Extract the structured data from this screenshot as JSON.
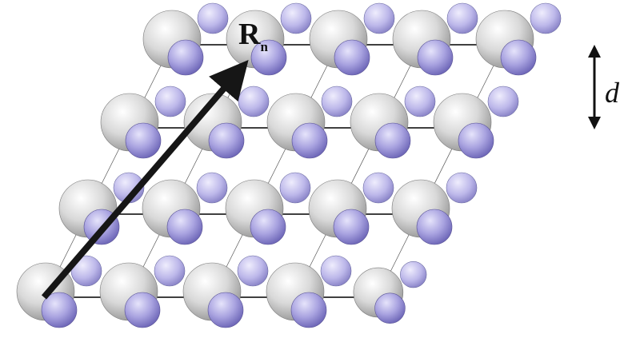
{
  "figure": {
    "vector_label": "R",
    "vector_subscript": "n",
    "spacing_label": "d"
  },
  "lattice": {
    "rows": [
      {
        "count": 5
      },
      {
        "count": 5
      },
      {
        "count": 5
      },
      {
        "count": 5
      }
    ]
  },
  "colors": {
    "large_atom": "#d3d3d3",
    "small_atom": "#a8a3df",
    "line": "#000000",
    "arrow": "#161616"
  }
}
